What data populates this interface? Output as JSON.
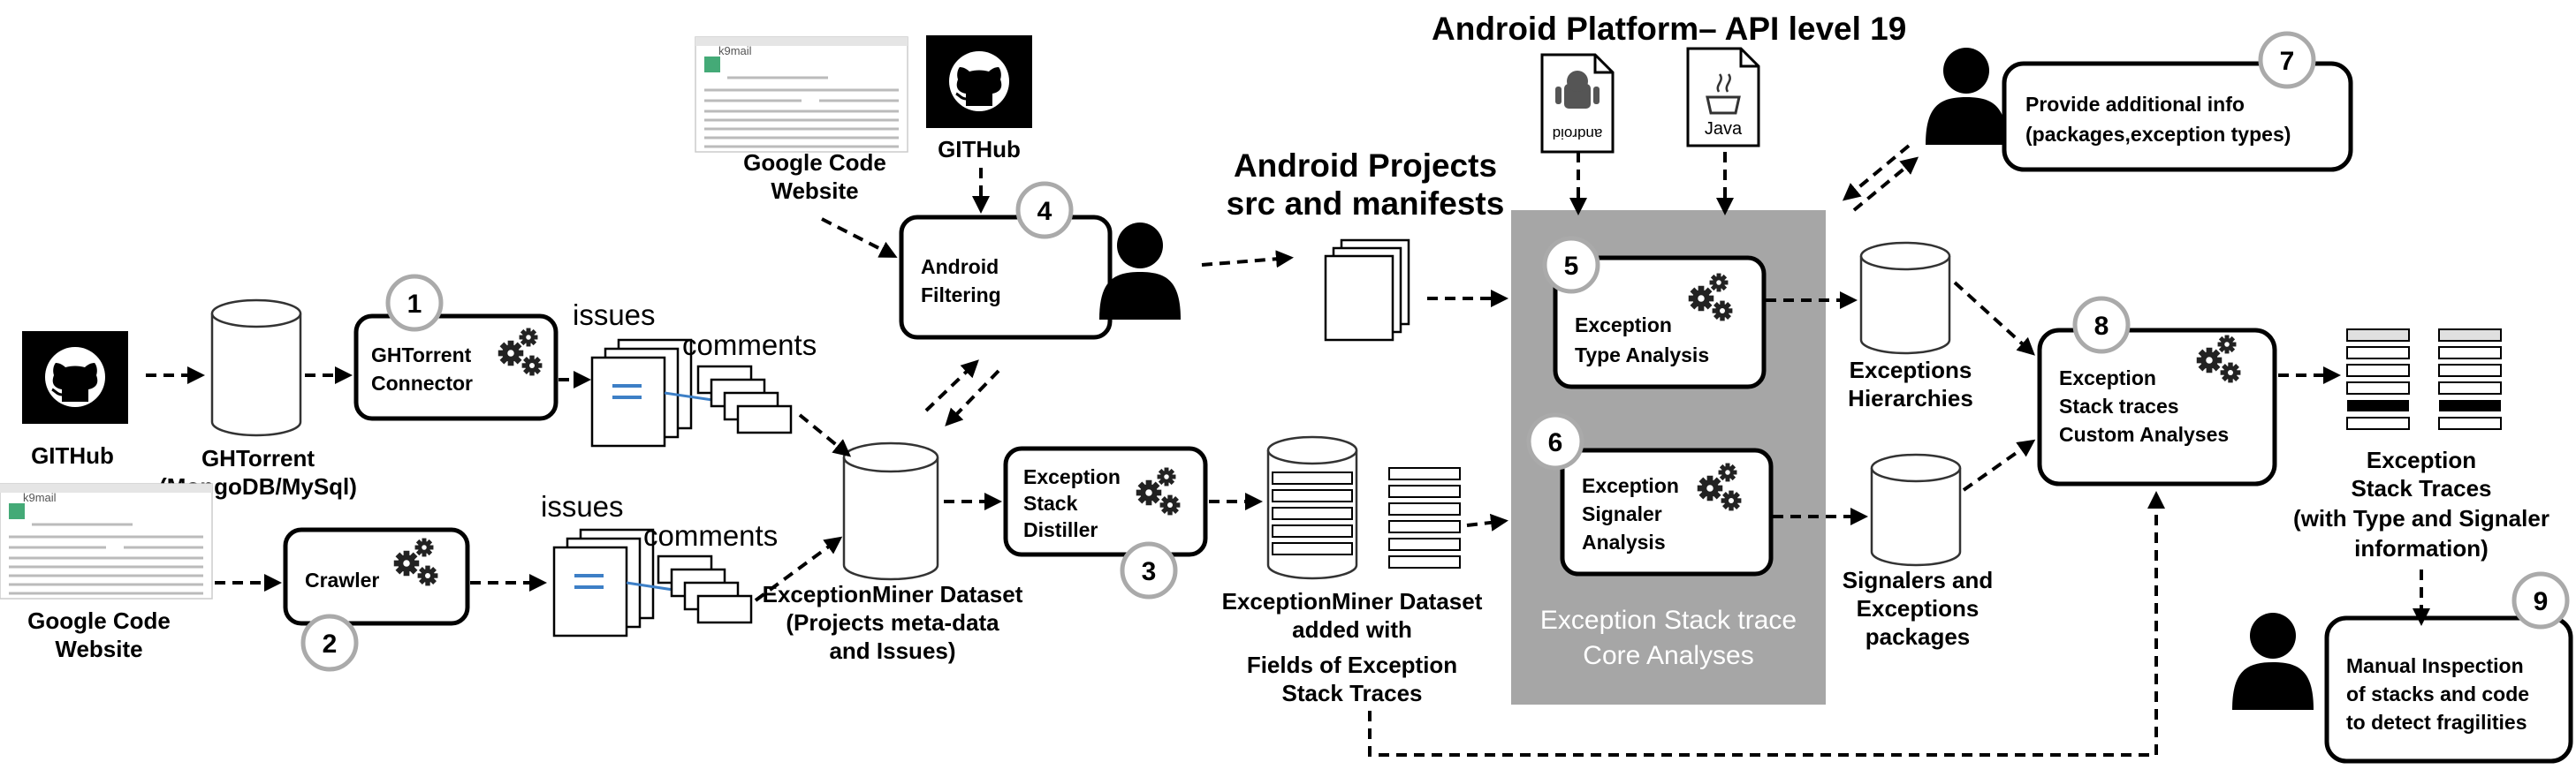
{
  "title": "Android  Platform– API level 19",
  "core_panel": {
    "line1": "Exception Stack trace",
    "line2": "Core Analyses"
  },
  "projects_heading": {
    "line1": "Android Projects",
    "line2": "src and manifests"
  },
  "nodes": {
    "github_left": {
      "label": "GITHub"
    },
    "ghtorrent_db": {
      "line1": "GHTorrent",
      "line2": "(MongoDB/MySql)"
    },
    "ghtorrent_connector": {
      "number": "1",
      "line1": "GHTorrent",
      "line2": "Connector"
    },
    "gcode_left": {
      "line1": "Google Code",
      "line2": "Website"
    },
    "crawler": {
      "number": "2",
      "label": "Crawler"
    },
    "issues_top": {
      "label": "issues"
    },
    "comments_top": {
      "label": "comments"
    },
    "issues_bottom": {
      "label": "issues"
    },
    "comments_bottom": {
      "label": "comments"
    },
    "gcode_mid": {
      "line1": "Google Code",
      "line2": "Website"
    },
    "github_mid": {
      "label": "GITHub"
    },
    "android_filtering": {
      "number": "4",
      "line1": "Android",
      "line2": "Filtering"
    },
    "exceptionminer_db": {
      "line1": "ExceptionMiner Dataset",
      "line2": "(Projects meta-data",
      "line3": "and Issues)"
    },
    "stack_distiller": {
      "number": "3",
      "line1": "Exception",
      "line2": "Stack",
      "line3": "Distiller"
    },
    "enriched_dataset": {
      "line1": "ExceptionMiner Dataset",
      "line2": "added with",
      "line3": "Fields of Exception",
      "line4": "Stack Traces"
    },
    "type_analysis": {
      "number": "5",
      "line1": "Exception",
      "line2": "Type Analysis"
    },
    "signaler_analysis": {
      "number": "6",
      "line1": "Exception",
      "line2": "Signaler",
      "line3": "Analysis"
    },
    "exceptions_hierarchies": {
      "line1": "Exceptions",
      "line2": "Hierarchies"
    },
    "signalers_packages": {
      "line1": "Signalers and",
      "line2": "Exceptions",
      "line3": "packages"
    },
    "custom_analyses": {
      "number": "8",
      "line1": "Exception",
      "line2": "Stack traces",
      "line3": "Custom Analyses"
    },
    "additional_info": {
      "number": "7",
      "line1": "Provide additional info",
      "line2": "(packages,exception types)"
    },
    "stack_traces_out": {
      "line1": "Exception",
      "line2": "Stack Traces",
      "line3": "(with Type and Signaler",
      "line4": "information)"
    },
    "manual_inspection": {
      "number": "9",
      "line1": "Manual Inspection",
      "line2": "of stacks and code",
      "line3": "to detect fragilities"
    }
  },
  "screenshot_thumb": {
    "title": "k9mail"
  },
  "file_icons": {
    "android": "android",
    "java": "Java"
  },
  "colors": {
    "core_panel": "#a6a6a6",
    "github_bg": "#000000",
    "thread_line": "#3d7fc6"
  }
}
